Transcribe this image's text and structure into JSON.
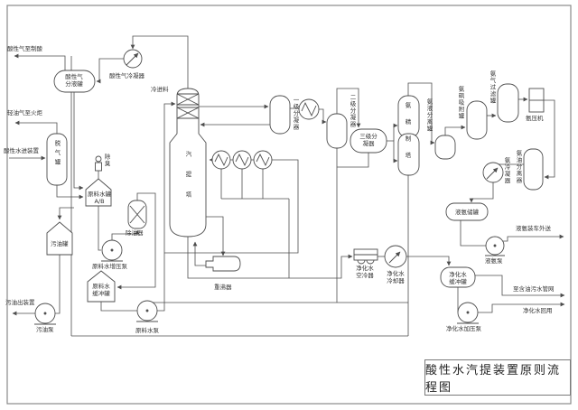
{
  "title_block": {
    "title": "酸性水汽提装置原则流程图"
  },
  "streams": {
    "acid_gas_to_acid_plant": "酸性气至制酸",
    "light_oil_gas_to_flare": "轻油气至火炬",
    "sour_water_inlet": "酸性水进装置",
    "cold_feed": "冷进料",
    "dirty_oil_outlet": "污油出装置",
    "liquid_ammonia_shipping": "液氨装车外送",
    "to_oily_sewage_network": "至含油污水管网",
    "purified_water_reuse": "净化水回用"
  },
  "equipment": {
    "acid_gas_knockout_drum": "酸性气分液罐",
    "acid_gas_condenser": "酸性气冷凝器",
    "degassing_tank": "脱气罐",
    "deodorizer": "除臭",
    "raw_water_tank": "原料水罐",
    "raw_water_tank_spec": "A/B",
    "oil_remover": "除油器",
    "raw_water_booster_pump": "原料水增压泵",
    "raw_water_buffer_tank": "原料水缓冲罐",
    "raw_water_pump": "原料水泵",
    "dirty_oil_tank": "污油罐",
    "dirty_oil_pump": "污油泵",
    "stripping_tower": "汽提塔",
    "reboiler": "重沸器",
    "first_stage_partial_condenser": "一级分凝器",
    "second_stage_partial_condenser": "二级分凝器",
    "third_stage_partial_condenser": "三级分凝器",
    "ammonia_refining_tower": "氨精制塔",
    "ammonia_liquid_separation_drum": "氨液分离罐",
    "ammonia_adsorption_drum": "氨砜吸附罐",
    "ammonia_gas_filter_drum": "氨气过滤罐",
    "ammonia_compressor": "氨压机",
    "ammonia_condenser": "氨冷凝器",
    "ammonia_oil_separator": "氨油分离器",
    "liquid_ammonia_storage_drum": "液氨储罐",
    "liquid_ammonia_pump": "液氨泵",
    "purified_water_air_cooler": "净化水空冷器",
    "purified_water_cooler": "净化水冷却器",
    "purified_water_buffer_drum": "净化水缓冲罐",
    "purified_water_booster_pump": "净化水加压泵"
  },
  "colors": {
    "line": "#4d4d4d",
    "text": "#333333",
    "background": "#ffffff",
    "frame": "#8a8a8a"
  }
}
